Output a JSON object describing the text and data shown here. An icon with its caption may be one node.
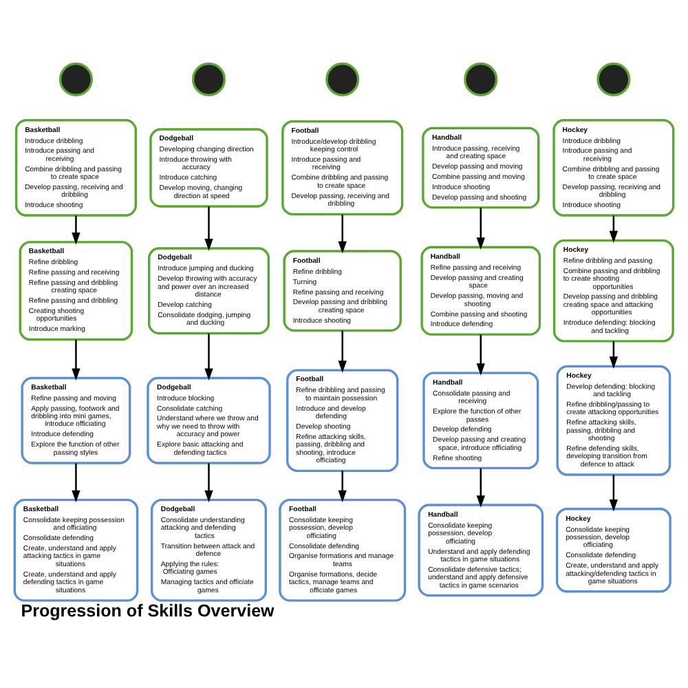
{
  "diagram": {
    "title": "Progression of Skills Overview",
    "nodes": [
      {
        "text": [],
        "shape": "circle"
      },
      {
        "text": [],
        "shape": "circle"
      },
      {
        "text": [],
        "shape": "circle"
      },
      {
        "text": [],
        "shape": "circle"
      },
      {
        "text": [],
        "shape": "circle"
      },
      {
        "text": [
          "Basketball",
          "Introduce dribbling",
          "Introduce passing and receiving",
          "Combine dribbling and passing to create space",
          "Develop passing, receiving and dribbling",
          "Introduce shooting"
        ]
      },
      {
        "text": [
          "Dodgeball",
          "Developing changing direction",
          "Introduce throwing with accuracy",
          "Introduce catching",
          "Develop moving, changing direction at speed"
        ]
      },
      {
        "text": [
          "Football",
          "Introduce/develop dribbling keeping control",
          "Introduce passing and receiving",
          "Combine dribbling and passing to create space",
          "Develop passing, receiving and dribbling"
        ]
      },
      {
        "text": [
          "Handball",
          "Introduce passing, receiving and creating space",
          "Develop passing and moving",
          "Combine passing and moving",
          "Introduce shooting",
          "Develop passing and shooting"
        ]
      },
      {
        "text": [
          "Hockey",
          "Introduce dribbling",
          "Introduce passing and receiving",
          "Combine dribbling and passing to create space",
          "Develop passing, receiving and dribbling",
          "Introduce shooting"
        ]
      },
      {
        "text": [
          "Basketball",
          "Refine dribbling",
          "Refine passing and receiving",
          "Refine passing and dribbling creating space",
          "Refine passing and dribbling",
          "Creating shooting opportunities",
          "Introduce marking"
        ]
      },
      {
        "text": [
          "Dodgeball",
          "Introduce jumping and ducking",
          "Develop throwing with accuracy and power over an increased distance",
          "Develop catching",
          "Consolidate dodging, jumping and ducking"
        ]
      },
      {
        "text": [
          "Football",
          "Refine dribbling",
          "Turning",
          "Refine passing and receiving",
          "Develop passing and dribbling creating space",
          "Introduce shooting"
        ]
      },
      {
        "text": [
          "Handball",
          "Refine passing and receiving",
          "Develop passing and creating space",
          "Develop passing, moving and shooting",
          "Combine passing and shooting",
          "Introduce defending"
        ]
      },
      {
        "text": [
          "Hockey",
          "Refine dribbling and passing",
          "Combine passing and dribbling to create shooting opportunities",
          "Develop passing and dribbling creating space and attacking opportunities",
          "Introduce defending: blocking and tackling"
        ]
      },
      {
        "text": [
          "Basketball",
          "Refine passing and moving",
          "Apply passing, footwork and dribbling into mini games, introduce officiating",
          "Introduce defending",
          "Explore the function of other passing styles"
        ]
      },
      {
        "text": [
          "Dodgeball",
          "Introduce blocking",
          "Consolidate catching",
          "Understand where we throw and why we need to throw with accuracy and power",
          "Explore basic attacking and defending tactics"
        ]
      },
      {
        "text": [
          "Football",
          "Refine dribbling and passing to maintain possession",
          "Introduce and develop defending",
          "Develop shooting",
          "Refine attacking skills, passing, dribbling and shooting, introduce officiating"
        ]
      },
      {
        "text": [
          "Handball",
          "Consolidate passing and receiving",
          "Explore the function of other passes",
          "Develop defending",
          "Develop passing and creating space, introduce officiating",
          "Refine shooting"
        ]
      },
      {
        "text": [
          "Hockey",
          "Develop defending: blocking and tackling",
          "Refine dribbling/passing to create attacking opportunities",
          "Refine attacking skills, passing, dribbling and shooting",
          "Refine defending skills, developing transition from defence to attack"
        ]
      },
      {
        "text": [
          "Basketball",
          "Consolidate keeping possession and officiating",
          "Consolidate defending",
          "Create, understand and apply attacking tactics in game situations",
          "Create, understand and apply defending tactics in game situations"
        ]
      },
      {
        "text": [
          "Dodgeball",
          "Consolidate understanding attacking and defending tactics",
          "Transition between attack and defence",
          "Applying the rules: Officiating games",
          "Managing tactics and officiate games"
        ]
      },
      {
        "text": [
          "Football",
          "Consolidate keeping possession, develop officiating",
          "Consolidate defending",
          "Organise formations and manage teams",
          "Organise formations, decide tactics, manage teams and officiate games"
        ]
      },
      {
        "text": [
          "Handball",
          "Consolidate keeping possession, develop officiating",
          "Understand and apply defending tactics in game situations",
          "Consolidate defensive tactics; understand and apply defensive tactics in game scenarios"
        ]
      },
      {
        "text": [
          "Hockey",
          "Consolidate keeping possession, develop officiating",
          "Consolidate defending",
          "Create, understand and apply attacking/defending tactics in game situations"
        ]
      }
    ],
    "edges": [
      {
        "from": 5,
        "to": 10,
        "arrow": "to"
      },
      {
        "from": 10,
        "to": 15,
        "arrow": "to"
      },
      {
        "from": 15,
        "to": 20,
        "arrow": "to"
      },
      {
        "from": 6,
        "to": 11,
        "arrow": "to"
      },
      {
        "from": 11,
        "to": 16,
        "arrow": "to"
      },
      {
        "from": 16,
        "to": 21,
        "arrow": "to"
      },
      {
        "from": 7,
        "to": 12,
        "arrow": "to"
      },
      {
        "from": 12,
        "to": 17,
        "arrow": "to"
      },
      {
        "from": 17,
        "to": 22,
        "arrow": "to"
      },
      {
        "from": 8,
        "to": 13,
        "arrow": "to"
      },
      {
        "from": 13,
        "to": 18,
        "arrow": "to"
      },
      {
        "from": 18,
        "to": 23,
        "arrow": "to"
      },
      {
        "from": 9,
        "to": 14,
        "arrow": "to"
      },
      {
        "from": 14,
        "to": 19,
        "arrow": "to"
      },
      {
        "from": 19,
        "to": 24,
        "arrow": "to"
      }
    ]
  }
}
